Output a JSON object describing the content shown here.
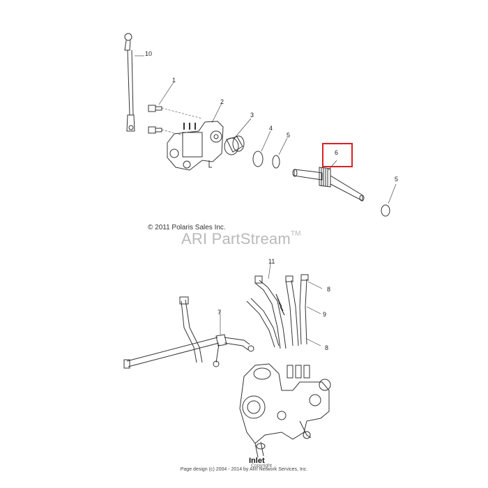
{
  "callouts": [
    {
      "id": "10",
      "label": "10"
    },
    {
      "id": "1",
      "label": "1"
    },
    {
      "id": "2",
      "label": "2"
    },
    {
      "id": "3",
      "label": "3"
    },
    {
      "id": "4",
      "label": "4"
    },
    {
      "id": "5a",
      "label": "5"
    },
    {
      "id": "6",
      "label": "6"
    },
    {
      "id": "5b",
      "label": "5"
    },
    {
      "id": "11",
      "label": "11"
    },
    {
      "id": "8a",
      "label": "8"
    },
    {
      "id": "7",
      "label": "7"
    },
    {
      "id": "9",
      "label": "9"
    },
    {
      "id": "8b",
      "label": "8"
    }
  ],
  "copyright": "© 2011 Polaris Sales Inc.",
  "watermark": {
    "text": "ARI PartStream",
    "mark": "TM"
  },
  "highlight_color": "#d81f26",
  "inlet": {
    "label": "Inlet",
    "sub": "Copyright"
  },
  "footer": "Page design (c) 2004 - 2014 by ARI Network Services, Inc."
}
